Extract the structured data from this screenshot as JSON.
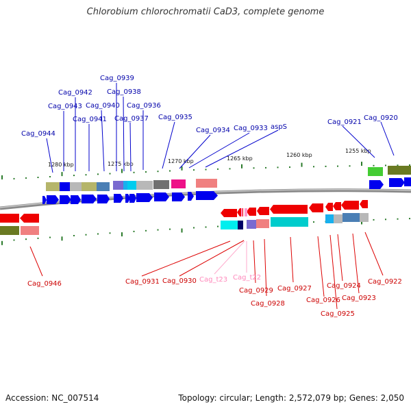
{
  "title": "Chlorobium chlorochromatii CaD3, complete genome",
  "footer": {
    "accession": "Accession: NC_007514",
    "topology": "Topology: circular; Length: 2,572,079 bp; Genes: 2,050"
  },
  "scale_labels": [
    "1280 kbp",
    "1275 kbp",
    "1270 kbp",
    "1265 kbp",
    "1260 kbp",
    "1255 kbp"
  ],
  "top_labels": [
    "Cag_0944",
    "Cag_0943",
    "Cag_0942",
    "Cag_0941",
    "Cag_0940",
    "Cag_0939",
    "Cag_0938",
    "Cag_0937",
    "Cag_0936",
    "Cag_0935",
    "Cag_0934",
    "Cag_0933",
    "aspS",
    "Cag_0921",
    "Cag_0920"
  ],
  "bottom_labels": [
    "Cag_0946",
    "Cag_0931",
    "Cag_0930",
    "Cag_t23",
    "Cag_t22",
    "Cag_0929",
    "Cag_0928",
    "Cag_0927",
    "Cag_0926",
    "Cag_0925",
    "Cag_0924",
    "Cag_0923",
    "Cag_0922"
  ],
  "colors": {
    "plus_strand": "#0000ee",
    "minus_strand": "#ee0000",
    "trna": "#ff99cc",
    "backbone": "#808080",
    "ticks": "#2a7a2a"
  }
}
